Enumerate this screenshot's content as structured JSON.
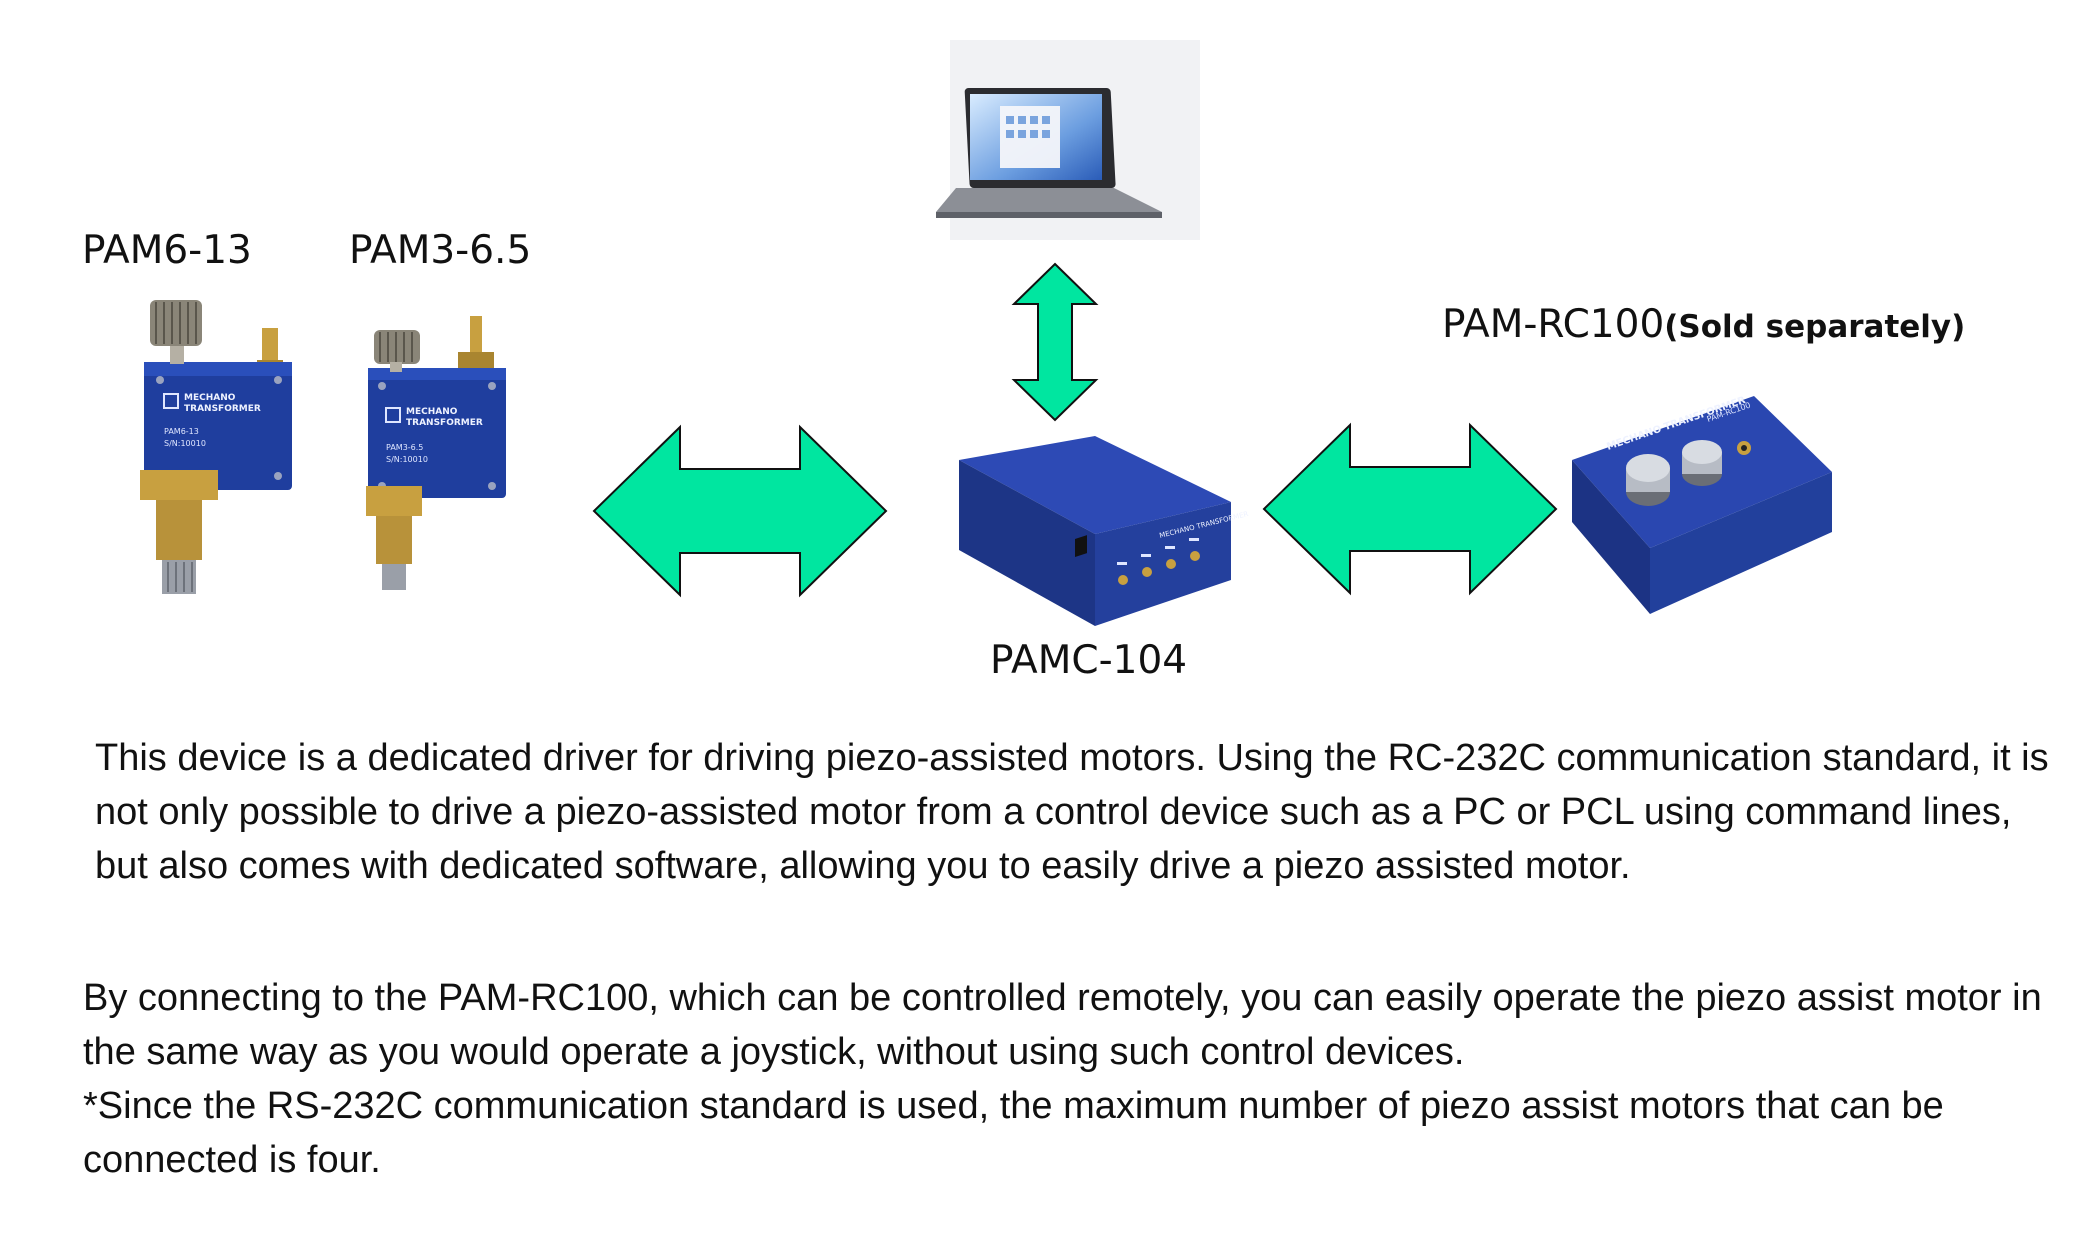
{
  "labels": {
    "pam6": "PAM6-13",
    "pam3": "PAM3-6.5",
    "rc100_name": "PAM-RC100",
    "rc100_note": "(Sold separately)",
    "pamc": "PAMC-104"
  },
  "device_text": {
    "brand": "MECHANO TRANSFORMER",
    "brand_line1": "MECHANO",
    "brand_line2": "TRANSFORMER",
    "pam6_model": "PAM6-13",
    "pam6_serial": "S/N:10010",
    "pam3_model": "PAM3-6.5",
    "pam3_serial": "S/N:10010",
    "rc_model": "PAM-RC100"
  },
  "paragraphs": {
    "p1": "This device is a dedicated driver for driving piezo-assisted motors. Using the RC-232C communication standard, it is not only possible to drive a piezo-assisted motor from a control device such as a PC or PCL using command lines, but also comes with dedicated software, allowing you to easily drive a piezo assisted motor.",
    "p2": "By connecting to the PAM-RC100, which can be controlled remotely, you can easily operate the piezo assist motor in the same way as you would operate a joystick, without using such control devices.",
    "p3": "*Since the RS-232C communication standard is used, the maximum number of piezo assist motors that can be connected is four."
  },
  "icons": [
    "laptop-icon",
    "double-arrow-icon",
    "piezo-motor-icon",
    "controller-box-icon",
    "remote-controller-icon"
  ],
  "colors": {
    "arrow_fill": "#00E6A0",
    "device_blue": "#1F3E9E",
    "brass": "#C8A040"
  }
}
